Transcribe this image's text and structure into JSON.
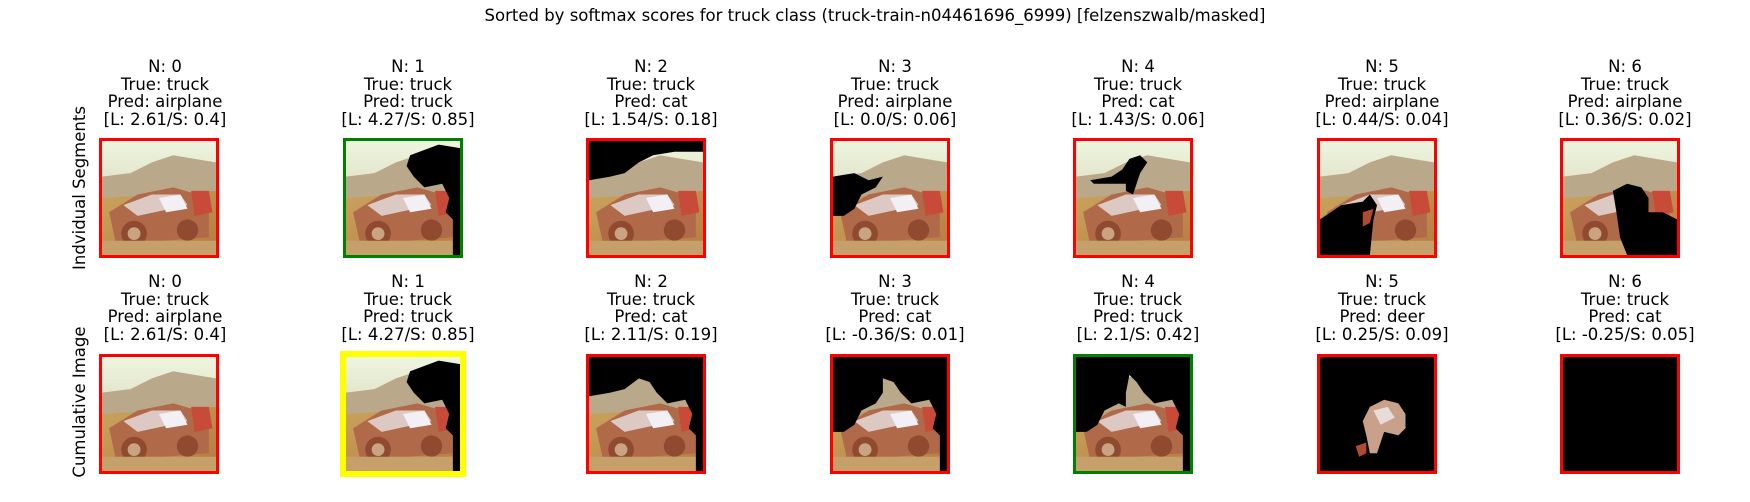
{
  "title": "Sorted by softmax scores for truck class (truck-train-n04461696_6999) [felzenszwalb/masked]",
  "row_labels": [
    "Indvidual Segments",
    "Cumulative Image"
  ],
  "colors": {
    "border_incorrect": "#ff0000",
    "border_correct": "#008000",
    "border_best": "#ffff00",
    "mask": "#000000"
  },
  "rows": [
    [
      {
        "n": "N: 0",
        "true": "True: truck",
        "pred": "Pred: airplane",
        "score": "[L: 2.61/S: 0.4]"
      },
      {
        "n": "N: 1",
        "true": "True: truck",
        "pred": "Pred: truck",
        "score": "[L: 4.27/S: 0.85]"
      },
      {
        "n": "N: 2",
        "true": "True: truck",
        "pred": "Pred: cat",
        "score": "[L: 1.54/S: 0.18]"
      },
      {
        "n": "N: 3",
        "true": "True: truck",
        "pred": "Pred: airplane",
        "score": "[L: 0.0/S: 0.06]"
      },
      {
        "n": "N: 4",
        "true": "True: truck",
        "pred": "Pred: cat",
        "score": "[L: 1.43/S: 0.06]"
      },
      {
        "n": "N: 5",
        "true": "True: truck",
        "pred": "Pred: airplane",
        "score": "[L: 0.44/S: 0.04]"
      },
      {
        "n": "N: 6",
        "true": "True: truck",
        "pred": "Pred: airplane",
        "score": "[L: 0.36/S: 0.02]"
      }
    ],
    [
      {
        "n": "N: 0",
        "true": "True: truck",
        "pred": "Pred: airplane",
        "score": "[L: 2.61/S: 0.4]"
      },
      {
        "n": "N: 1",
        "true": "True: truck",
        "pred": "Pred: truck",
        "score": "[L: 4.27/S: 0.85]"
      },
      {
        "n": "N: 2",
        "true": "True: truck",
        "pred": "Pred: cat",
        "score": "[L: 2.11/S: 0.19]"
      },
      {
        "n": "N: 3",
        "true": "True: truck",
        "pred": "Pred: cat",
        "score": "[L: -0.36/S: 0.01]"
      },
      {
        "n": "N: 4",
        "true": "True: truck",
        "pred": "Pred: truck",
        "score": "[L: 2.1/S: 0.42]"
      },
      {
        "n": "N: 5",
        "true": "True: truck",
        "pred": "Pred: deer",
        "score": "[L: 0.25/S: 0.09]"
      },
      {
        "n": "N: 6",
        "true": "True: truck",
        "pred": "Pred: cat",
        "score": "[L: -0.25/S: 0.05]"
      }
    ]
  ]
}
